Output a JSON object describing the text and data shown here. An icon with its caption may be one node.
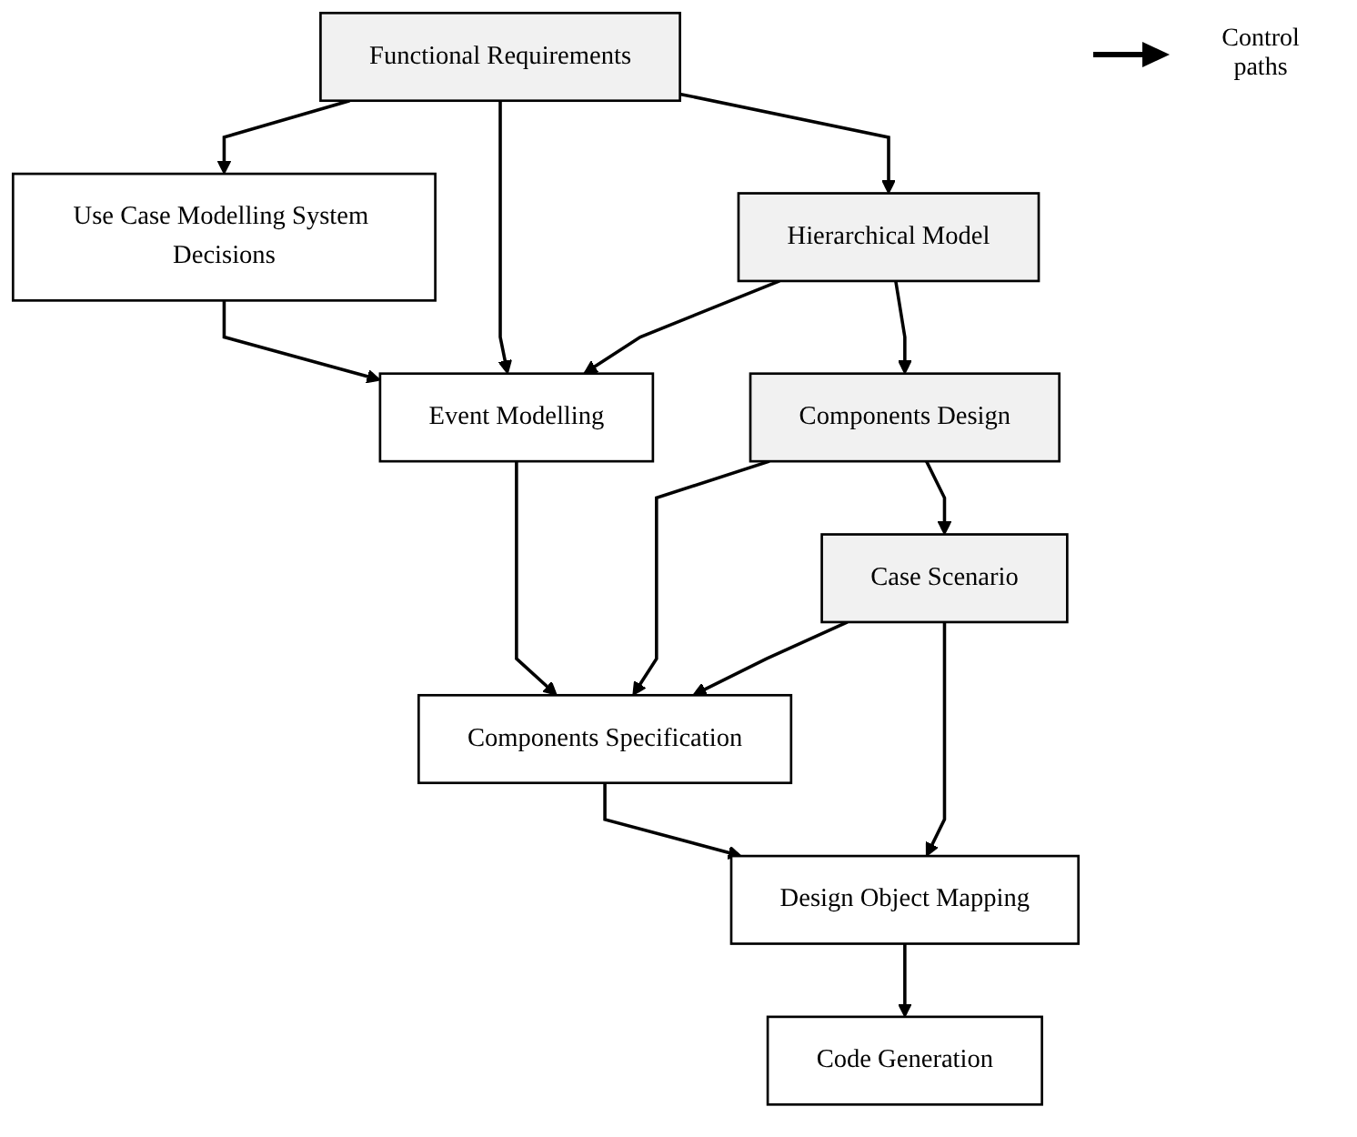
{
  "diagram": {
    "nodes": [
      {
        "text": [
          "Use Case Modelling System Decisions"
        ]
      },
      {
        "text": [
          "Functional Requirements"
        ]
      },
      {
        "text": [
          "Event Modelling"
        ]
      },
      {
        "text": [
          "Hierarchical Model"
        ]
      },
      {
        "text": [
          "Components Specification"
        ]
      },
      {
        "text": [
          "Components Design"
        ]
      },
      {
        "text": [
          "Design Object Mapping"
        ]
      },
      {
        "text": [
          "Case Scenario"
        ]
      },
      {
        "text": [
          "Code Generation"
        ]
      }
    ],
    "edges": [
      {
        "from": 1,
        "to": 0,
        "arrow": "to"
      },
      {
        "from": 0,
        "to": 2,
        "arrow": "to"
      },
      {
        "from": 1,
        "to": 2,
        "arrow": "to"
      },
      {
        "from": 1,
        "to": 3,
        "arrow": "to"
      },
      {
        "from": 3,
        "to": 2,
        "arrow": "to"
      },
      {
        "from": 2,
        "to": 4,
        "arrow": "to"
      },
      {
        "from": 3,
        "to": 5,
        "arrow": "to"
      },
      {
        "from": 5,
        "to": 4,
        "arrow": "to"
      },
      {
        "from": 4,
        "to": 6,
        "arrow": "to"
      },
      {
        "from": 5,
        "to": 7,
        "arrow": "to"
      },
      {
        "from": 7,
        "to": 4,
        "arrow": "to"
      },
      {
        "from": 7,
        "to": 6,
        "arrow": "to"
      },
      {
        "from": 6,
        "to": 8,
        "arrow": "to"
      }
    ],
    "legend": [
      {
        "text": "Control paths"
      }
    ]
  }
}
